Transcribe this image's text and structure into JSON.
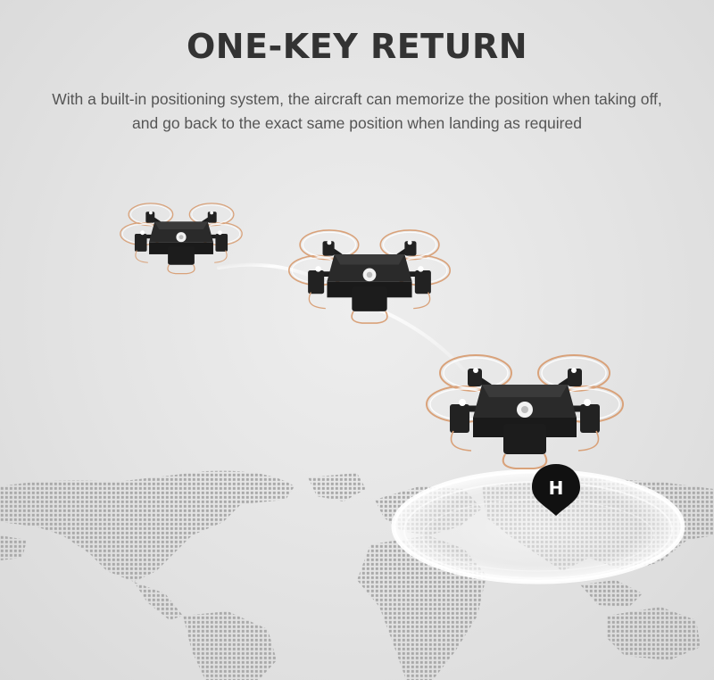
{
  "header": {
    "title": "ONE-KEY RETURN",
    "subtitle_line1": "With a built-in positioning system, the aircraft can memorize the position when taking off,",
    "subtitle_line2": "and go back to the exact same position when landing as required"
  },
  "home_marker": {
    "letter": "H",
    "icon": "home-location-pin-icon",
    "color": "#111111"
  },
  "drones": [
    {
      "name": "drone-small",
      "icon": "quadcopter-icon"
    },
    {
      "name": "drone-medium",
      "icon": "quadcopter-icon"
    },
    {
      "name": "drone-large",
      "icon": "quadcopter-icon"
    }
  ],
  "colors": {
    "background": "#e4e4e4",
    "title": "#333333",
    "subtitle": "#555555",
    "drone_body": "#1e1e1e",
    "prop_guard": "#d9a27a",
    "map_dots": "#a8a8a8"
  }
}
